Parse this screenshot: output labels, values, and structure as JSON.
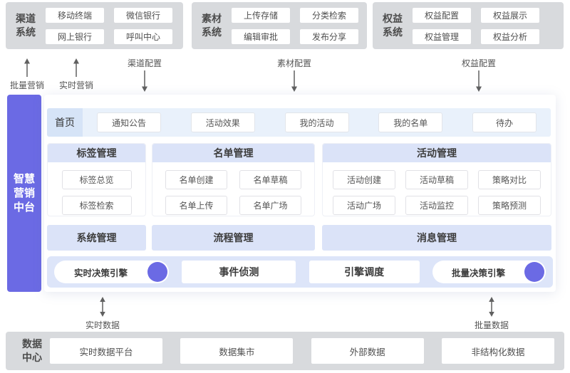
{
  "systems": [
    {
      "name": "渠道系统",
      "items": [
        "移动终端",
        "微信银行",
        "网上银行",
        "呼叫中心"
      ]
    },
    {
      "name": "素材系统",
      "items": [
        "上传存储",
        "分类检索",
        "编辑审批",
        "发布分享"
      ]
    },
    {
      "name": "权益系统",
      "items": [
        "权益配置",
        "权益展示",
        "权益管理",
        "权益分析"
      ]
    }
  ],
  "top_flows": [
    {
      "label": "批量营销",
      "direction": "up"
    },
    {
      "label": "实时营销",
      "direction": "up"
    },
    {
      "label": "渠道配置",
      "direction": "down"
    },
    {
      "label": "素材配置",
      "direction": "down"
    },
    {
      "label": "权益配置",
      "direction": "down"
    }
  ],
  "platform": {
    "title": "智慧营销中台",
    "home": {
      "tab": "首页",
      "items": [
        "通知公告",
        "活动效果",
        "我的活动",
        "我的名单",
        "待办"
      ]
    },
    "sections": [
      {
        "title": "标签管理",
        "items": [
          "标签总览",
          "标签检索"
        ]
      },
      {
        "title": "名单管理",
        "items": [
          "名单创建",
          "名单草稿",
          "名单上传",
          "名单广场"
        ]
      },
      {
        "title": "活动管理",
        "items": [
          "活动创建",
          "活动草稿",
          "策略对比",
          "活动广场",
          "活动监控",
          "策略预测"
        ]
      }
    ],
    "bars": [
      "系统管理",
      "流程管理",
      "消息管理"
    ],
    "engines": [
      "实时决策引擎",
      "事件侦测",
      "引擎调度",
      "批量决策引擎"
    ]
  },
  "bottom_flows": [
    {
      "label": "实时数据",
      "direction": "both"
    },
    {
      "label": "批量数据",
      "direction": "both"
    }
  ],
  "data_center": {
    "name": "数据中心",
    "items": [
      "实时数据平台",
      "数据集市",
      "外部数据",
      "非结构化数据"
    ]
  },
  "colors": {
    "accent_purple": "#6b6ae4",
    "system_box_gray": "#d8dadd",
    "lavender_header": "#dbe3f8",
    "home_row_bg": "#e9f1fb",
    "home_tab_bg": "#d6e4f7",
    "engine_tray_bg": "#dde5f9"
  }
}
